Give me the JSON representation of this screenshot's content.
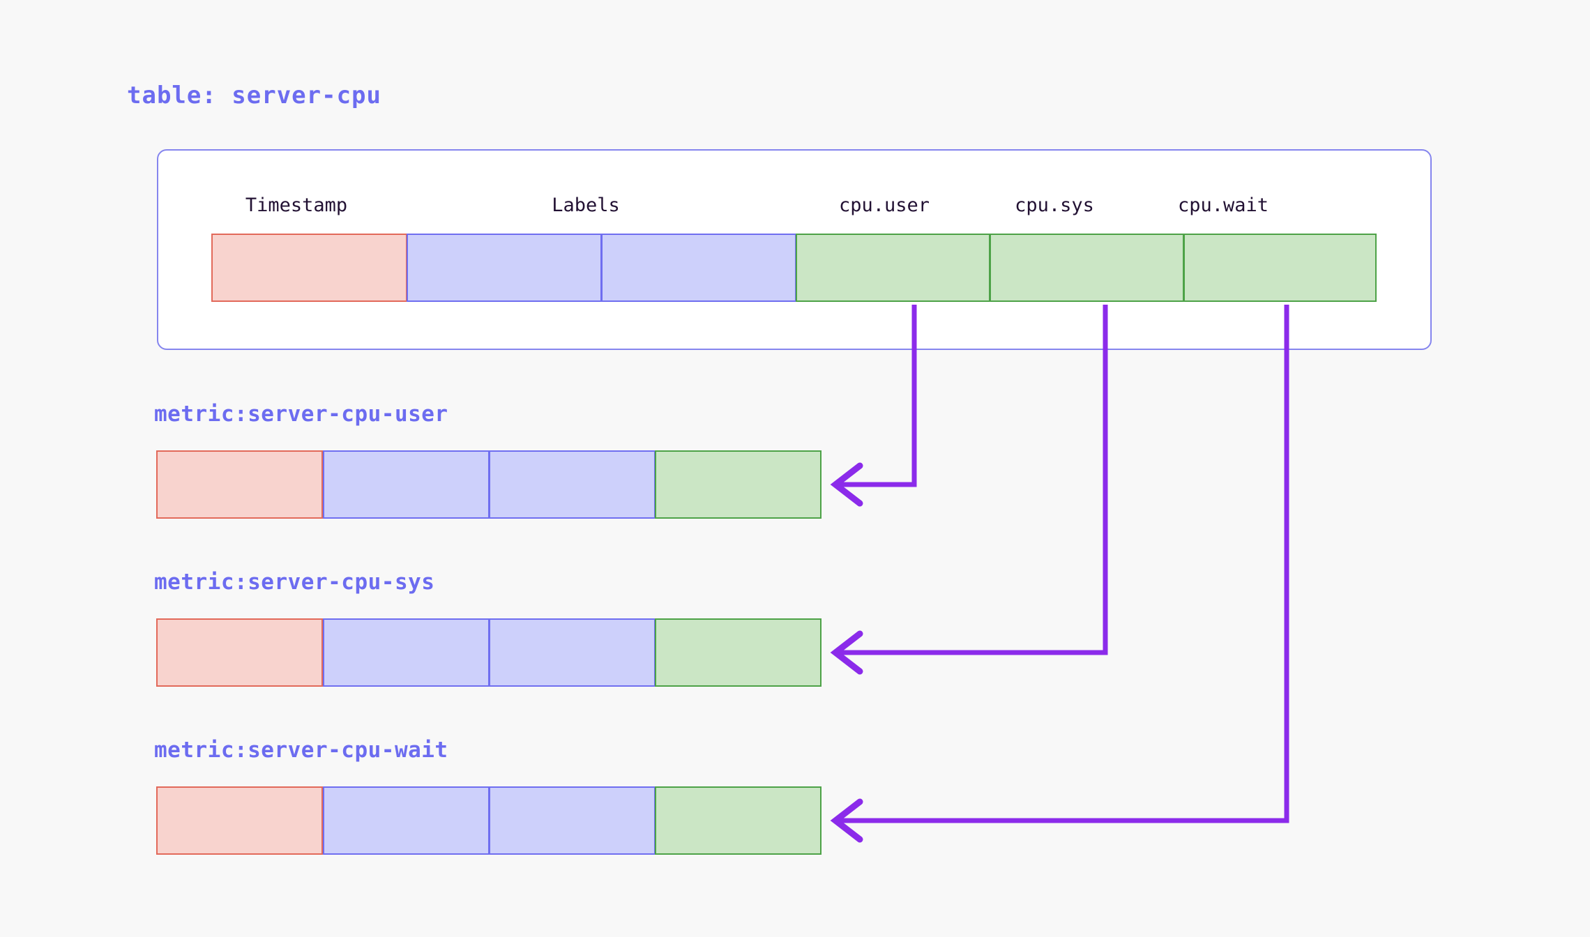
{
  "page": {
    "background_color": "#f8f8f8",
    "accent_color": "#6c6cf0",
    "arrow_color": "#8b2bea"
  },
  "table": {
    "title": "table: server-cpu",
    "columns": [
      {
        "label": "Timestamp",
        "type": "timestamp",
        "color": "pink"
      },
      {
        "label": "Labels",
        "type": "label",
        "color": "blue"
      },
      {
        "label": "",
        "type": "label",
        "color": "blue"
      },
      {
        "label": "cpu.user",
        "type": "value",
        "color": "green"
      },
      {
        "label": "cpu.sys",
        "type": "value",
        "color": "green"
      },
      {
        "label": "cpu.wait",
        "type": "value",
        "color": "green"
      }
    ],
    "header_labels": [
      "Timestamp",
      "Labels",
      "cpu.user",
      "cpu.sys",
      "cpu.wait"
    ]
  },
  "metrics": [
    {
      "title": "metric:server-cpu-user",
      "source_column": "cpu.user",
      "cells": [
        {
          "color": "pink"
        },
        {
          "color": "blue"
        },
        {
          "color": "blue"
        },
        {
          "color": "green"
        }
      ]
    },
    {
      "title": "metric:server-cpu-sys",
      "source_column": "cpu.sys",
      "cells": [
        {
          "color": "pink"
        },
        {
          "color": "blue"
        },
        {
          "color": "blue"
        },
        {
          "color": "green"
        }
      ]
    },
    {
      "title": "metric:server-cpu-wait",
      "source_column": "cpu.wait",
      "cells": [
        {
          "color": "pink"
        },
        {
          "color": "blue"
        },
        {
          "color": "blue"
        },
        {
          "color": "green"
        }
      ]
    }
  ],
  "connections": [
    {
      "from": "cpu.user",
      "to": "metric:server-cpu-user"
    },
    {
      "from": "cpu.sys",
      "to": "metric:server-cpu-sys"
    },
    {
      "from": "cpu.wait",
      "to": "metric:server-cpu-wait"
    }
  ],
  "palette": {
    "pink_fill": "#f8d3ce",
    "pink_border": "#e2695a",
    "blue_fill": "#cdd0fb",
    "blue_border": "#6f6ef0",
    "green_fill": "#cbe6c5",
    "green_border": "#4da247",
    "card_border": "#8585ee",
    "card_fill": "#ffffff",
    "header_text": "#221133"
  }
}
